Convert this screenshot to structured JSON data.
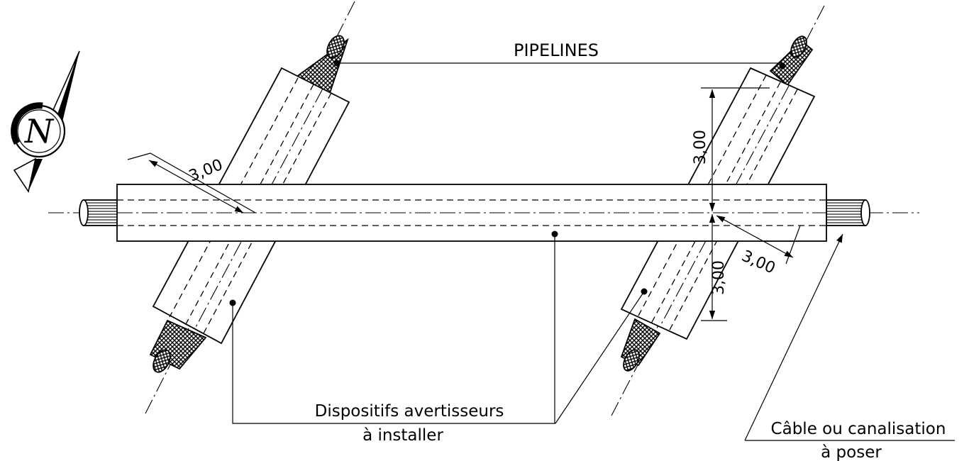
{
  "labels": {
    "pipelines": "PIPELINES",
    "devices_line1": "Dispositifs avertisseurs",
    "devices_line2": "à installer",
    "cable_line1": "Câble ou canalisation",
    "cable_line2": "à poser"
  },
  "dimensions": {
    "left_offset": "3,00",
    "right_vertical_top": "3,00",
    "right_vertical_bottom": "3,00",
    "right_offset": "3,00"
  },
  "compass": {
    "letter": "N",
    "icon": "north-arrow-icon"
  }
}
